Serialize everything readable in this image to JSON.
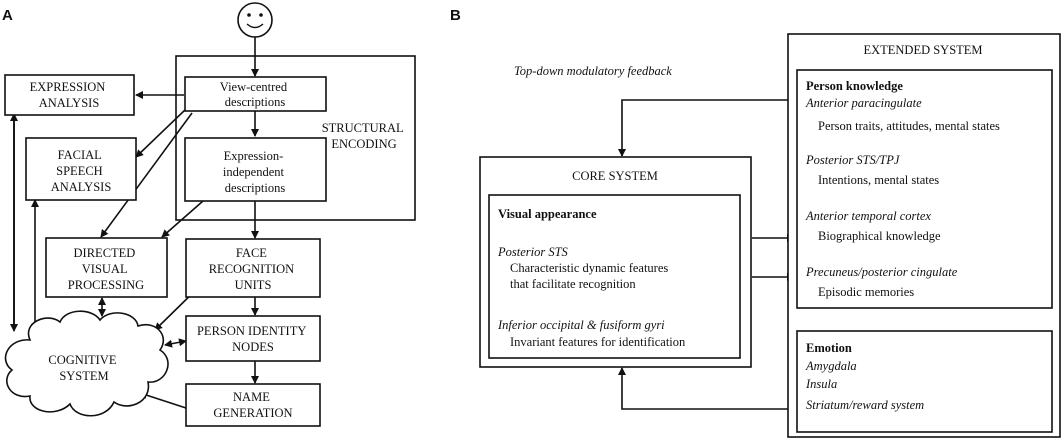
{
  "panel_a": {
    "label": "A",
    "structural_encoding": [
      "STRUCTURAL",
      "ENCODING"
    ],
    "view_centred": [
      "View-centred",
      "descriptions"
    ],
    "expression_independent": [
      "Expression-",
      "independent",
      "descriptions"
    ],
    "expression_analysis": [
      "EXPRESSION",
      "ANALYSIS"
    ],
    "facial_speech": [
      "FACIAL",
      "SPEECH",
      "ANALYSIS"
    ],
    "directed_visual": [
      "DIRECTED",
      "VISUAL",
      "PROCESSING"
    ],
    "face_recognition": [
      "FACE",
      "RECOGNITION",
      "UNITS"
    ],
    "person_identity": [
      "PERSON IDENTITY",
      "NODES"
    ],
    "cognitive_system": [
      "COGNITIVE",
      "SYSTEM"
    ],
    "name_generation": [
      "NAME",
      "GENERATION"
    ]
  },
  "panel_b": {
    "label": "B",
    "feedback": "Top-down modulatory feedback",
    "core_title": "CORE SYSTEM",
    "visual_appearance": "Visual appearance",
    "posterior_sts": "Posterior STS",
    "characteristic": [
      "Characteristic dynamic features",
      "that facilitate recognition"
    ],
    "inferior_occipital": "Inferior occipital & fusiform gyri",
    "invariant": "Invariant features for identification",
    "extended_title": "EXTENDED SYSTEM",
    "person_knowledge": "Person knowledge",
    "anterior_paracingulate": "Anterior paracingulate",
    "person_traits": "Person traits, attitudes, mental states",
    "posterior_sts_tpj": "Posterior STS/TPJ",
    "intentions": "Intentions, mental states",
    "anterior_temporal": "Anterior temporal cortex",
    "biographical": "Biographical knowledge",
    "precuneus": "Precuneus/posterior cingulate",
    "episodic": "Episodic memories",
    "emotion": "Emotion",
    "amygdala": "Amygdala",
    "insula": "Insula",
    "striatum": "Striatum/reward system"
  }
}
